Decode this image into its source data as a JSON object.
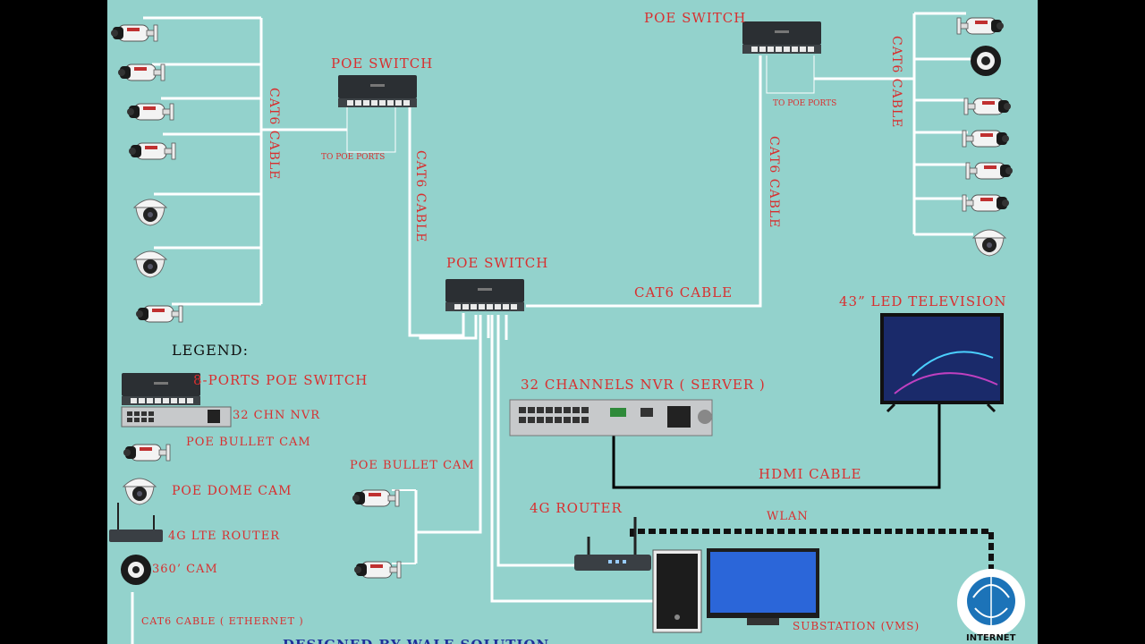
{
  "labels": {
    "poe_switch_left": "POE SWITCH",
    "poe_switch_right": "POE SWITCH",
    "poe_switch_center": "POE SWITCH",
    "to_poe_ports_left": "TO POE PORTS",
    "to_poe_ports_right": "TO POE PORTS",
    "cat6_left": "CAT6 CABLE",
    "cat6_mid_left": "CAT6 CABLE",
    "cat6_center": "CAT6 CABLE",
    "cat6_mid_right": "CAT6 CABLE",
    "cat6_right": "CAT6 CABLE",
    "nvr": "32 CHANNELS NVR ( SERVER )",
    "tv": "43” LED TELEVISION",
    "hdmi": "HDMI CABLE",
    "poe_bullet_cam": "POE BULLET CAM",
    "router": "4G ROUTER",
    "wlan": "WLAN",
    "substation": "SUBSTATION (VMS)",
    "internet": "INTERNET",
    "footer": "DESIGNED BY WALE SOLUTION"
  },
  "legend": {
    "title": "LEGEND:",
    "items": [
      {
        "label": "8-PORTS POE SWITCH",
        "icon": "switch-icon"
      },
      {
        "label": "32 CHN NVR",
        "icon": "nvr-icon"
      },
      {
        "label": "POE BULLET CAM",
        "icon": "bullet-camera-icon"
      },
      {
        "label": "POE DOME CAM",
        "icon": "dome-camera-icon"
      },
      {
        "label": "4G LTE ROUTER",
        "icon": "router-icon"
      },
      {
        "label": "360’ CAM",
        "icon": "fisheye-camera-icon"
      },
      {
        "label": "CAT6 CABLE ( ETHERNET )",
        "icon": "cable-line-icon"
      }
    ]
  },
  "colors": {
    "background": "#93d2cc",
    "label": "#d82f2f",
    "cable": "#ffffff",
    "hdmi": "#000000"
  }
}
